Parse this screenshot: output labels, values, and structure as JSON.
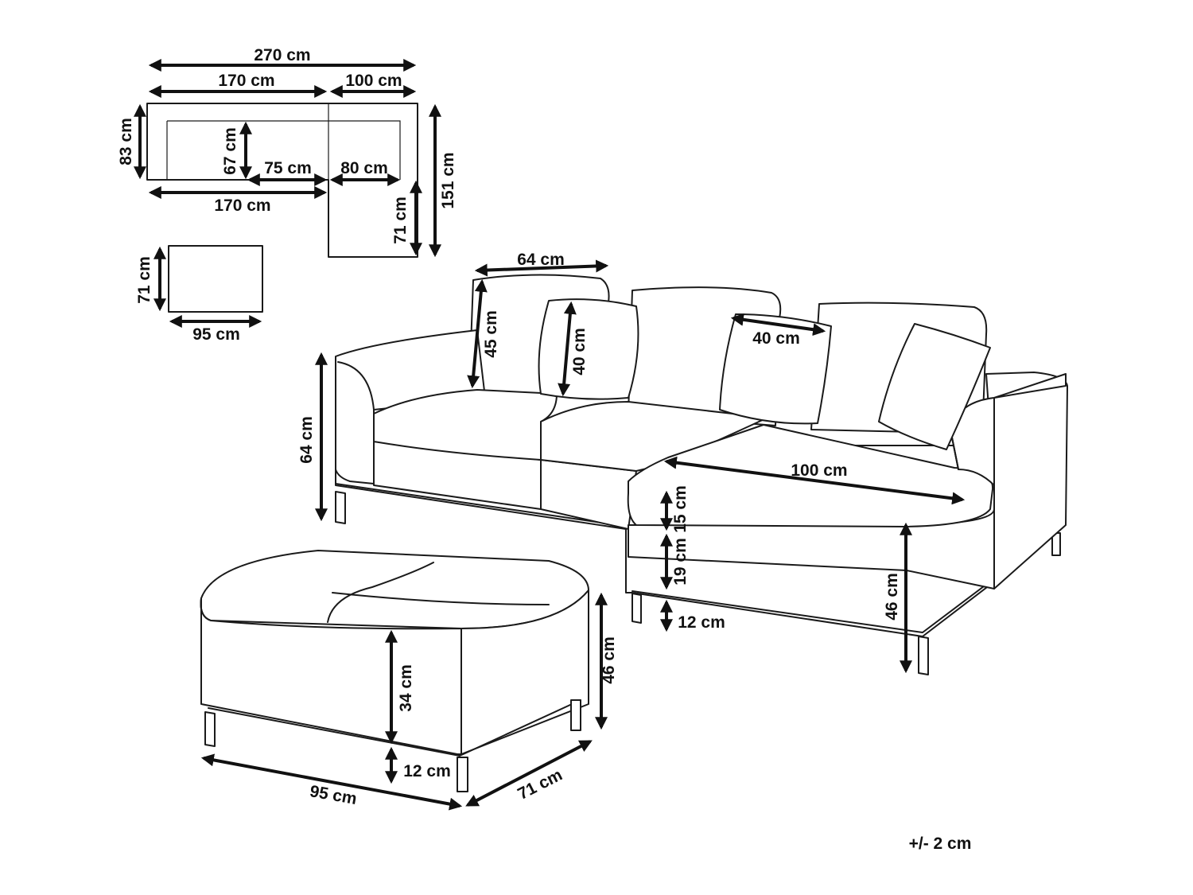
{
  "plan": {
    "total_width": "270 cm",
    "left_width_top": "170 cm",
    "chaise_width": "100 cm",
    "depth": "83 cm",
    "seat_depth": "67 cm",
    "seat_width_left": "75 cm",
    "seat_width_right": "80 cm",
    "left_width_bottom": "170 cm",
    "chaise_extension": "71 cm",
    "total_depth": "151 cm"
  },
  "ottoman_plan": {
    "depth": "71 cm",
    "width": "95 cm"
  },
  "sofa": {
    "cushion_width": "64 cm",
    "cushion_height": "45 cm",
    "pillow_height": "40 cm",
    "pillow_width": "40 cm",
    "overall_height": "64 cm",
    "chaise_length": "100 cm",
    "seat_cushion_height": "15 cm",
    "base_height": "19 cm",
    "leg_height": "12 cm",
    "seat_height": "46 cm"
  },
  "ottoman": {
    "body_height": "34 cm",
    "leg_height": "12 cm",
    "total_height": "46 cm",
    "width": "95 cm",
    "depth": "71 cm"
  },
  "tolerance": "+/- 2 cm"
}
